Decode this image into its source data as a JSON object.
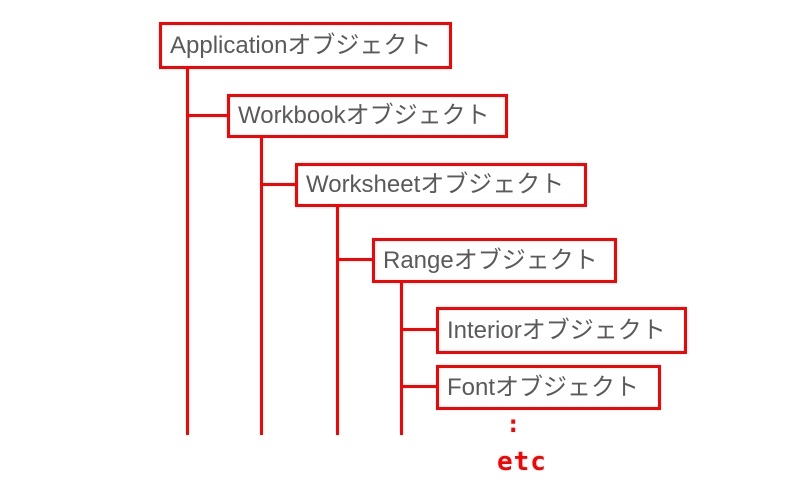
{
  "diagram": {
    "nodes": [
      {
        "label": "Applicationオブジェクト"
      },
      {
        "label": "Workbookオブジェクト"
      },
      {
        "label": "Worksheetオブジェクト"
      },
      {
        "label": "Rangeオブジェクト"
      },
      {
        "label": "Interiorオブジェクト"
      },
      {
        "label": "Fontオブジェクト"
      }
    ],
    "ellipsis": ":",
    "etc_label": "etc",
    "colors": {
      "line": "#ff0000",
      "box_border": "#ff0000",
      "text": "#5a5a5a",
      "etc_text": "#ff0000",
      "background": "#ffffff"
    }
  }
}
